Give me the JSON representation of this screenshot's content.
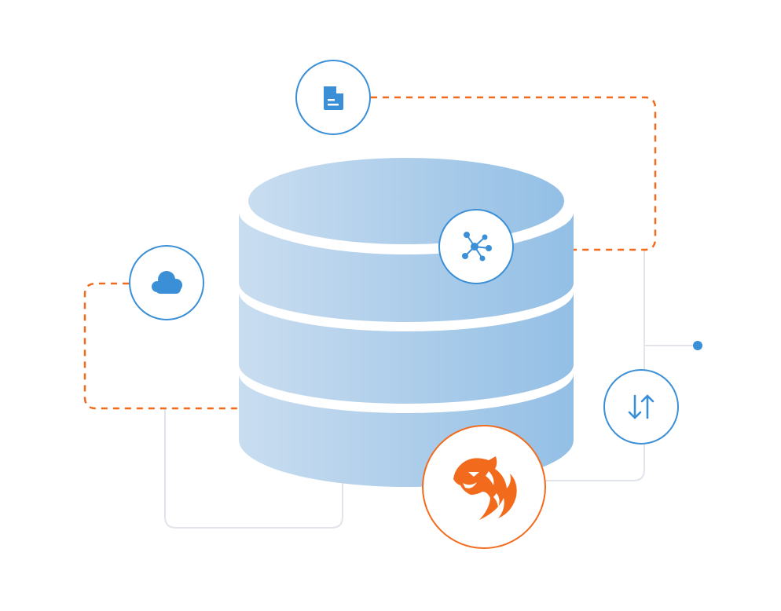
{
  "colors": {
    "accent_orange": "#F26B1D",
    "brand_blue": "#3B8FD6",
    "database_light": "#C9DDF0",
    "database_mid": "#A7CBEA",
    "database_dark": "#93BFE5",
    "connector_gray": "#E1E4EA",
    "background": "#FFFFFF"
  },
  "nodes": [
    {
      "name": "document-node",
      "icon": "document-icon"
    },
    {
      "name": "cloud-node",
      "icon": "cloud-icon"
    },
    {
      "name": "network-node",
      "icon": "network-hub-icon"
    },
    {
      "name": "sync-node",
      "icon": "up-down-arrows-icon"
    },
    {
      "name": "tiger-logo-node",
      "icon": "tiger-logo-icon"
    }
  ],
  "database": {
    "icon": "database-icon",
    "tiers": 3
  }
}
